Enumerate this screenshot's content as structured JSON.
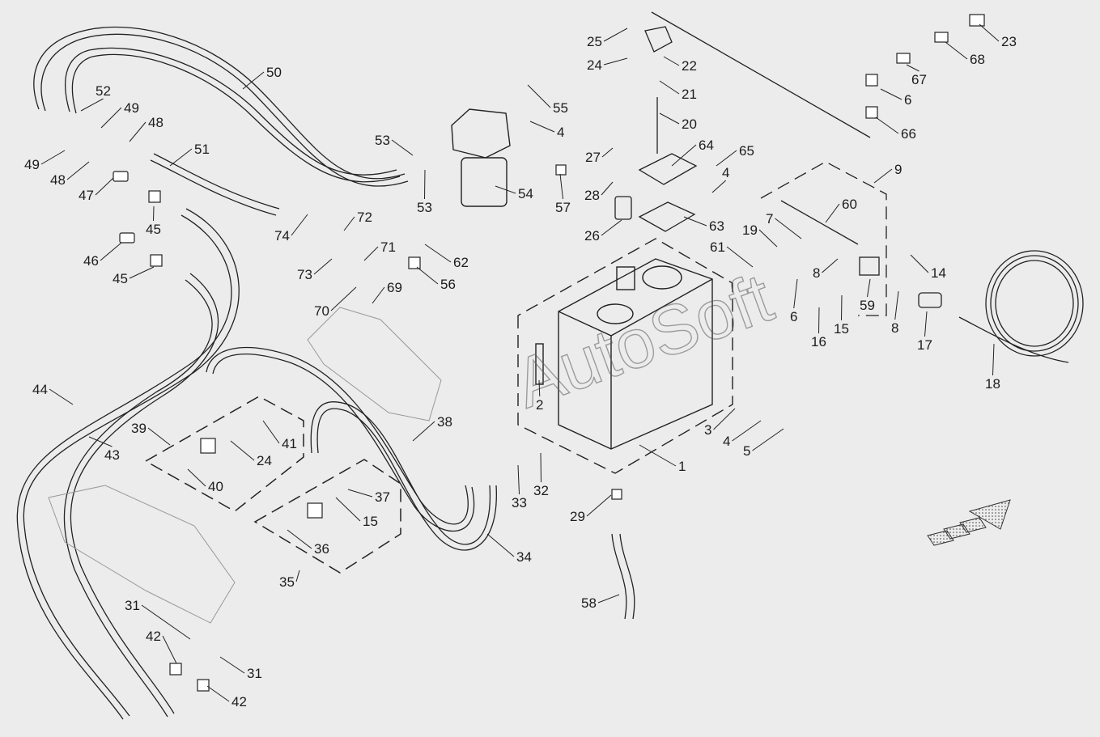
{
  "diagram": {
    "watermark": "AutoSoft",
    "colors": {
      "background": "#ececec",
      "line": "#222222",
      "watermark": "#5a5a5a"
    },
    "callouts": [
      {
        "id": "c1",
        "text": "1"
      },
      {
        "id": "c2",
        "text": "2"
      },
      {
        "id": "c3",
        "text": "3"
      },
      {
        "id": "c4a",
        "text": "4"
      },
      {
        "id": "c4b",
        "text": "4"
      },
      {
        "id": "c4c",
        "text": "4"
      },
      {
        "id": "c5",
        "text": "5"
      },
      {
        "id": "c6a",
        "text": "6"
      },
      {
        "id": "c6b",
        "text": "6"
      },
      {
        "id": "c7",
        "text": "7"
      },
      {
        "id": "c8a",
        "text": "8"
      },
      {
        "id": "c8b",
        "text": "8"
      },
      {
        "id": "c9",
        "text": "9"
      },
      {
        "id": "c14",
        "text": "14"
      },
      {
        "id": "c15a",
        "text": "15"
      },
      {
        "id": "c15b",
        "text": "15"
      },
      {
        "id": "c16",
        "text": "16"
      },
      {
        "id": "c17",
        "text": "17"
      },
      {
        "id": "c18",
        "text": "18"
      },
      {
        "id": "c19",
        "text": "19"
      },
      {
        "id": "c20",
        "text": "20"
      },
      {
        "id": "c21",
        "text": "21"
      },
      {
        "id": "c22",
        "text": "22"
      },
      {
        "id": "c23",
        "text": "23"
      },
      {
        "id": "c24a",
        "text": "24"
      },
      {
        "id": "c24b",
        "text": "24"
      },
      {
        "id": "c25",
        "text": "25"
      },
      {
        "id": "c26",
        "text": "26"
      },
      {
        "id": "c27",
        "text": "27"
      },
      {
        "id": "c28",
        "text": "28"
      },
      {
        "id": "c29",
        "text": "29"
      },
      {
        "id": "c31a",
        "text": "31"
      },
      {
        "id": "c31b",
        "text": "31"
      },
      {
        "id": "c32",
        "text": "32"
      },
      {
        "id": "c33",
        "text": "33"
      },
      {
        "id": "c34",
        "text": "34"
      },
      {
        "id": "c35",
        "text": "35"
      },
      {
        "id": "c36",
        "text": "36"
      },
      {
        "id": "c37",
        "text": "37"
      },
      {
        "id": "c38",
        "text": "38"
      },
      {
        "id": "c39",
        "text": "39"
      },
      {
        "id": "c40",
        "text": "40"
      },
      {
        "id": "c41",
        "text": "41"
      },
      {
        "id": "c42a",
        "text": "42"
      },
      {
        "id": "c42b",
        "text": "42"
      },
      {
        "id": "c43",
        "text": "43"
      },
      {
        "id": "c44",
        "text": "44"
      },
      {
        "id": "c45a",
        "text": "45"
      },
      {
        "id": "c45b",
        "text": "45"
      },
      {
        "id": "c46",
        "text": "46"
      },
      {
        "id": "c47",
        "text": "47"
      },
      {
        "id": "c48a",
        "text": "48"
      },
      {
        "id": "c48b",
        "text": "48"
      },
      {
        "id": "c49a",
        "text": "49"
      },
      {
        "id": "c49b",
        "text": "49"
      },
      {
        "id": "c50",
        "text": "50"
      },
      {
        "id": "c51",
        "text": "51"
      },
      {
        "id": "c52",
        "text": "52"
      },
      {
        "id": "c53a",
        "text": "53"
      },
      {
        "id": "c53b",
        "text": "53"
      },
      {
        "id": "c54",
        "text": "54"
      },
      {
        "id": "c55",
        "text": "55"
      },
      {
        "id": "c56",
        "text": "56"
      },
      {
        "id": "c57",
        "text": "57"
      },
      {
        "id": "c58",
        "text": "58"
      },
      {
        "id": "c59",
        "text": "59"
      },
      {
        "id": "c60",
        "text": "60"
      },
      {
        "id": "c61",
        "text": "61"
      },
      {
        "id": "c62",
        "text": "62"
      },
      {
        "id": "c63",
        "text": "63"
      },
      {
        "id": "c64",
        "text": "64"
      },
      {
        "id": "c65",
        "text": "65"
      },
      {
        "id": "c66",
        "text": "66"
      },
      {
        "id": "c67",
        "text": "67"
      },
      {
        "id": "c68",
        "text": "68"
      },
      {
        "id": "c69",
        "text": "69"
      },
      {
        "id": "c70",
        "text": "70"
      },
      {
        "id": "c71",
        "text": "71"
      },
      {
        "id": "c72",
        "text": "72"
      },
      {
        "id": "c73",
        "text": "73"
      },
      {
        "id": "c74",
        "text": "74"
      }
    ]
  }
}
